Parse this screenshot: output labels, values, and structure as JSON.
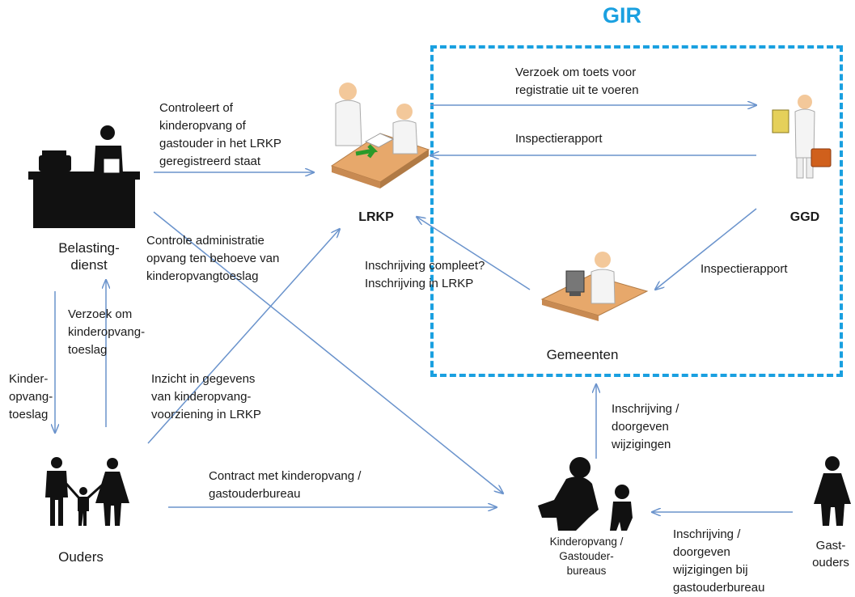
{
  "colors": {
    "gir": "#1aa0e0",
    "arrow": "#6a93cc",
    "figure": "#111111",
    "desk": "#e7a86b",
    "skin": "#f3c89a"
  },
  "title": "GIR",
  "nodes": {
    "belastingdienst": "Belasting-\ndienst",
    "lrkp": "LRKP",
    "ggd": "GGD",
    "gemeenten": "Gemeenten",
    "ouders": "Ouders",
    "kinderopvang": "Kinderopvang /\nGastouder-\nbureaus",
    "gastouders": "Gast-\nouders"
  },
  "labels": {
    "controleert": "Controleert of\nkinderopvang of\ngastouder in het LRKP\ngeregistreerd staat",
    "controle_admin": "Controle administratie\nopvang ten behoeve van\nkinderopvangtoeslag",
    "verzoek_toetsing": "Verzoek om toets voor\nregistratie uit te voeren",
    "inspectie1": "Inspectierapport",
    "inspectie2": "Inspectierapport",
    "inschrijving_compleet": "Inschrijving compleet?\nInschrijving in LRKP",
    "verzoek_toeslag": "Verzoek om\nkinderopvang-\ntoeslag",
    "kinder_toeslag": "Kinder-\nopvang-\ntoeslag",
    "inzicht": "Inzicht in gegevens\nvan kinderopvang-\nvoorziening in LRKP",
    "contract": "Contract met kinderopvang /\ngastouderbureau",
    "inschrijving_wijz": "Inschrijving /\ndoorgeven\nwijzigingen",
    "inschrijving_bij": "Inschrijving /\ndoorgeven\nwijzigingen bij\ngastouderbureau"
  }
}
